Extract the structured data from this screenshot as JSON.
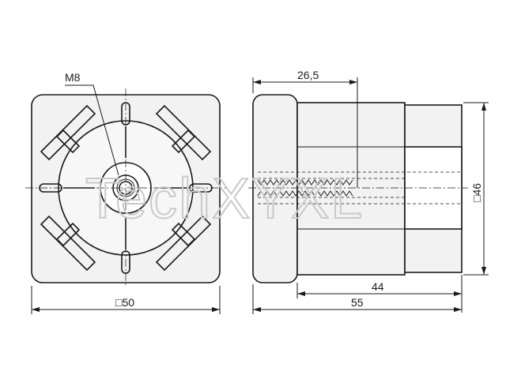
{
  "thread_label": "M8",
  "width_label": "□50",
  "height_label": "□46",
  "top_dim_label": "26,5",
  "mid_dim_label": "44",
  "overall_dim_label": "55",
  "watermark": "TechXYXL"
}
